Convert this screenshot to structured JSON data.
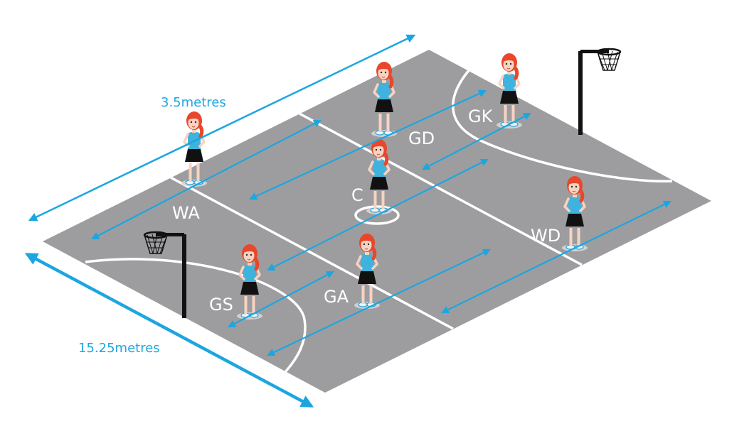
{
  "dimensions": {
    "width_label": "3.5metres",
    "length_label": "15.25metres"
  },
  "players": [
    {
      "id": "wa",
      "label": "WA"
    },
    {
      "id": "gd",
      "label": "GD"
    },
    {
      "id": "gk",
      "label": "GK"
    },
    {
      "id": "c",
      "label": "C"
    },
    {
      "id": "wd",
      "label": "WD"
    },
    {
      "id": "gs",
      "label": "GS"
    },
    {
      "id": "ga",
      "label": "GA"
    }
  ],
  "colors": {
    "court": "#9d9d9f",
    "court_lines": "#ffffff",
    "arrow": "#1ca6e0",
    "shirt": "#3fb3dd",
    "skirt": "#111111",
    "hair": "#e8472b",
    "skin": "#f7d3c2",
    "post": "#111111"
  },
  "icons": {
    "player": "netball-player-figure",
    "goal": "netball-hoop-goal"
  }
}
